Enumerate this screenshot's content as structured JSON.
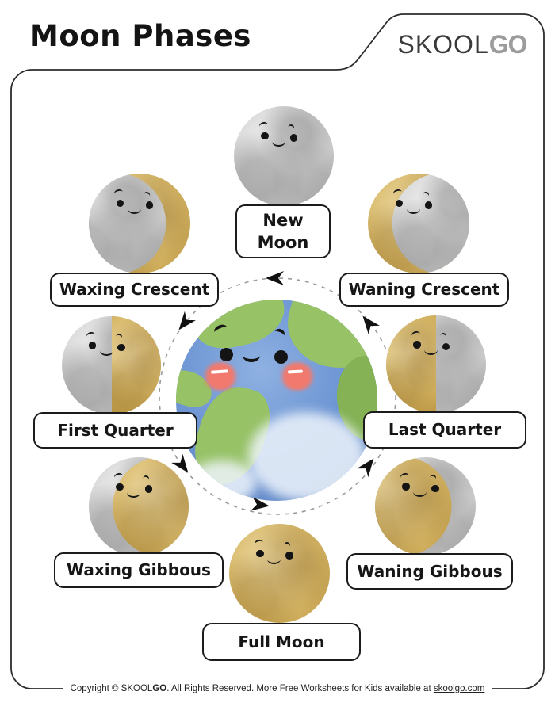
{
  "header": {
    "title": "Moon Phases",
    "logo": {
      "skool": "SKOOL",
      "go": "GO"
    }
  },
  "phases": [
    {
      "id": "new-moon",
      "label": "New Moon"
    },
    {
      "id": "waxing-crescent",
      "label": "Waxing Crescent"
    },
    {
      "id": "waning-crescent",
      "label": "Waning Crescent"
    },
    {
      "id": "first-quarter",
      "label": "First Quarter"
    },
    {
      "id": "last-quarter",
      "label": "Last Quarter"
    },
    {
      "id": "waxing-gibbous",
      "label": "Waxing Gibbous"
    },
    {
      "id": "waning-gibbous",
      "label": "Waning Gibbous"
    },
    {
      "id": "full-moon",
      "label": "Full Moon"
    }
  ],
  "colors": {
    "moon_silver": "#c6c6c6",
    "moon_gold": "#d2ac55",
    "earth_ocean": "#6f97d4",
    "earth_land": "#97c266",
    "blush_pink": "#f1796d",
    "orbit_dash": "#9a9a9a",
    "arrow_black": "#111111"
  },
  "footer": {
    "copyright_prefix": "Copyright © SKOOL",
    "copyright_bold": "GO",
    "copyright_suffix": ". All Rights Reserved. More Free Worksheets for Kids available at ",
    "link": "skoolgo.com"
  }
}
